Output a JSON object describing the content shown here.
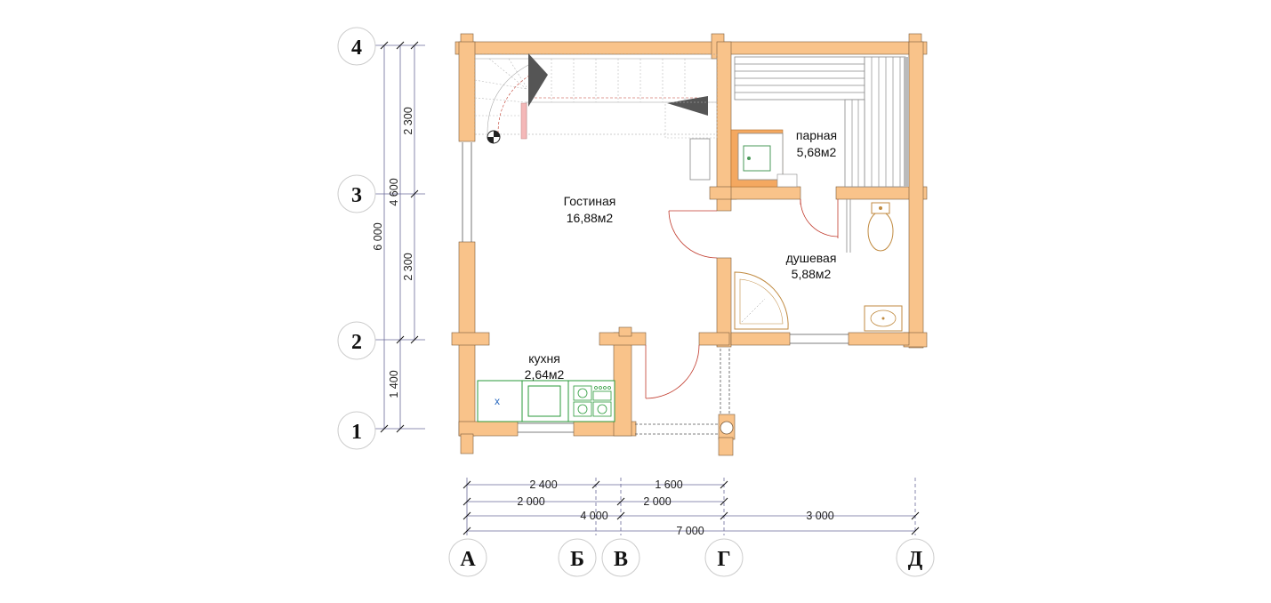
{
  "rooms": {
    "living": {
      "name": "Гостиная",
      "area": "16,88м2"
    },
    "steam": {
      "name": "парная",
      "area": "5,68м2"
    },
    "shower": {
      "name": "душевая",
      "area": "5,88м2"
    },
    "kitchen": {
      "name": "кухня",
      "area": "2,64м2",
      "sink_mark": "х"
    }
  },
  "dimensions": {
    "vertical": {
      "outer": "6 000",
      "middle": "4 600",
      "inner_top": "2 300",
      "inner_mid": "2 300",
      "bottom": "1 400"
    },
    "horizontal": {
      "row1_a": "2 400",
      "row1_b": "1 600",
      "row2_a": "2 000",
      "row2_b": "2 000",
      "row3_a": "4 000",
      "row3_b": "3 000",
      "row4_total": "7 000"
    }
  },
  "axes": {
    "rows": [
      "4",
      "3",
      "2",
      "1"
    ],
    "columns": [
      "А",
      "Б",
      "В",
      "Г",
      "Д"
    ]
  },
  "colors": {
    "wall": "#f9c38a",
    "wall_outline": "#7a5a3a",
    "kitchen_fixtures": "#2a9a3a",
    "door_swing": "#c0392b"
  }
}
